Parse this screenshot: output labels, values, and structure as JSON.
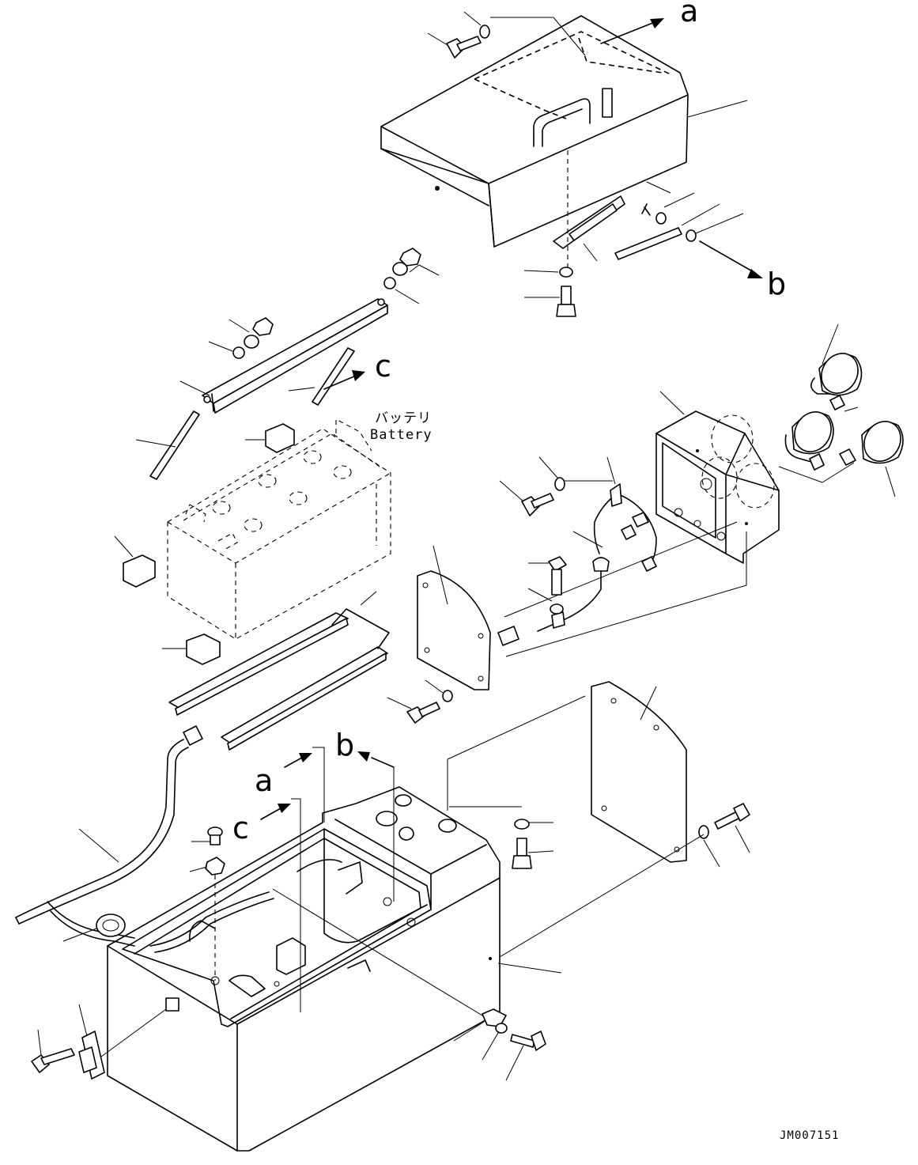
{
  "callouts": {
    "a_top": "a",
    "b_right": "b",
    "c_mid": "c",
    "a_low": "a",
    "b_low": "b",
    "c_low": "c"
  },
  "battery_label": {
    "japanese": "バッテリ",
    "english": "Battery"
  },
  "drawing_code": "JM007151"
}
